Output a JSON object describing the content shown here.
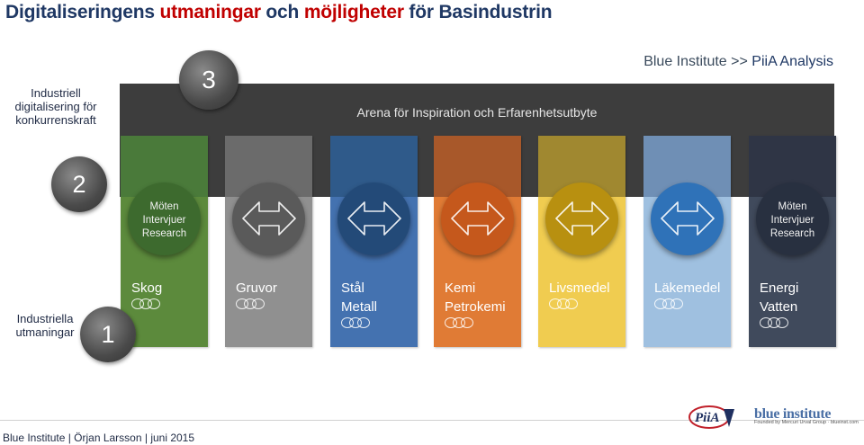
{
  "title": {
    "part1": "Digitaliseringens ",
    "part2": "utmaningar",
    "part3": " och ",
    "part4": "möjligheter",
    "part5": " för Basindustrin"
  },
  "breadcrumb": {
    "prefix": "Blue Institute >> ",
    "current": "PiiA Analysis"
  },
  "side_labels": {
    "top": "Industriell digitalisering för konkurrenskraft",
    "bottom": "Industriella utmaningar"
  },
  "levels": {
    "level3": "3",
    "level2": "2",
    "level1": "1"
  },
  "arena": {
    "label": "Arena för Inspiration och Erfarenhetsutbyte"
  },
  "hub_text": [
    "Möten",
    "Intervjuer",
    "Research"
  ],
  "columns": [
    {
      "line1": "Skog",
      "line2": "",
      "top_color": "#4a7a3a",
      "bottom_color": "#5c8a3c",
      "hub_color": "#3d6a2e"
    },
    {
      "line1": "Gruvor",
      "line2": "",
      "top_color": "#6b6b6b",
      "bottom_color": "#909090",
      "hub_color": "#5a5a5a"
    },
    {
      "line1": "Stål",
      "line2": "Metall",
      "top_color": "#2f5a8a",
      "bottom_color": "#4472b0",
      "hub_color": "#234a78"
    },
    {
      "line1": "Kemi",
      "line2": "Petrokemi",
      "top_color": "#a8582a",
      "bottom_color": "#e07b35",
      "hub_color": "#c5581c"
    },
    {
      "line1": "Livsmedel",
      "line2": "",
      "top_color": "#a08830",
      "bottom_color": "#f0cc50",
      "hub_color": "#b89010"
    },
    {
      "line1": "Läkemedel",
      "line2": "",
      "top_color": "#6f8fb5",
      "bottom_color": "#9fc0e0",
      "hub_color": "#2f72b8"
    },
    {
      "line1": "Energi",
      "line2": "Vatten",
      "top_color": "#2f3545",
      "bottom_color": "#404a5c",
      "hub_color": "#283040"
    }
  ],
  "footer": "Blue Institute | Örjan Larsson | juni 2015",
  "logos": {
    "blue_institute": "blue institute",
    "blue_institute_sub": "Founded by Mercuri Urval Group · blueinst.com"
  }
}
